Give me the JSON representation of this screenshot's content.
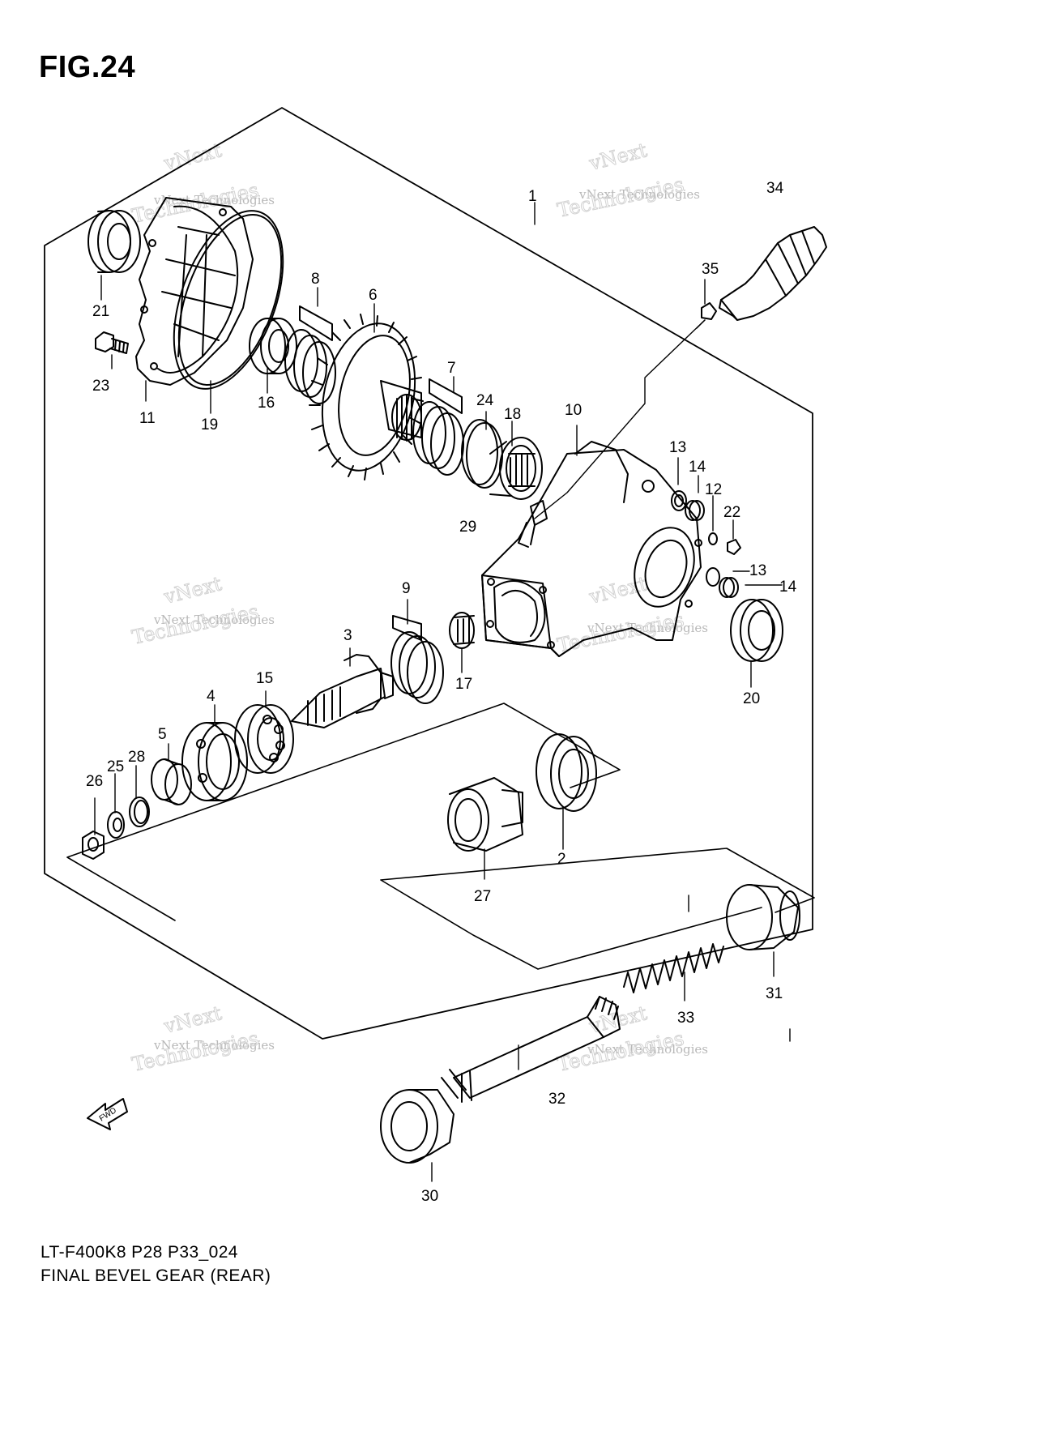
{
  "figure": {
    "title": "FIG.24",
    "model_code": "LT-F400K8 P28 P33_024",
    "description": "FINAL BEVEL GEAR (REAR)",
    "direction_label": "FWD"
  },
  "watermark": {
    "line_small": "vNext Technologies",
    "line_big": "Technologies",
    "line_top": "vNext"
  },
  "callouts": [
    "1",
    "2",
    "3",
    "4",
    "5",
    "6",
    "7",
    "8",
    "9",
    "10",
    "11",
    "12",
    "13",
    "13",
    "14",
    "14",
    "15",
    "16",
    "17",
    "18",
    "19",
    "20",
    "21",
    "22",
    "23",
    "24",
    "25",
    "26",
    "27",
    "28",
    "29",
    "30",
    "31",
    "32",
    "33",
    "34",
    "35"
  ]
}
